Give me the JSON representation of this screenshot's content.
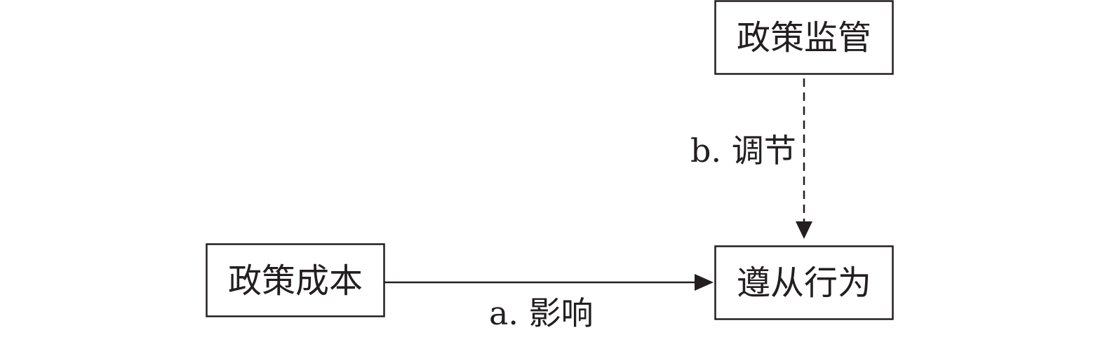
{
  "diagram": {
    "nodes": {
      "policy_regulation": "政策监管",
      "policy_cost": "政策成本",
      "compliance_behavior": "遵从行为"
    },
    "edges": {
      "influence_label": "a. 影响",
      "moderation_label": "b. 调节"
    },
    "colors": {
      "ink": "#231f20",
      "background": "#ffffff"
    }
  }
}
